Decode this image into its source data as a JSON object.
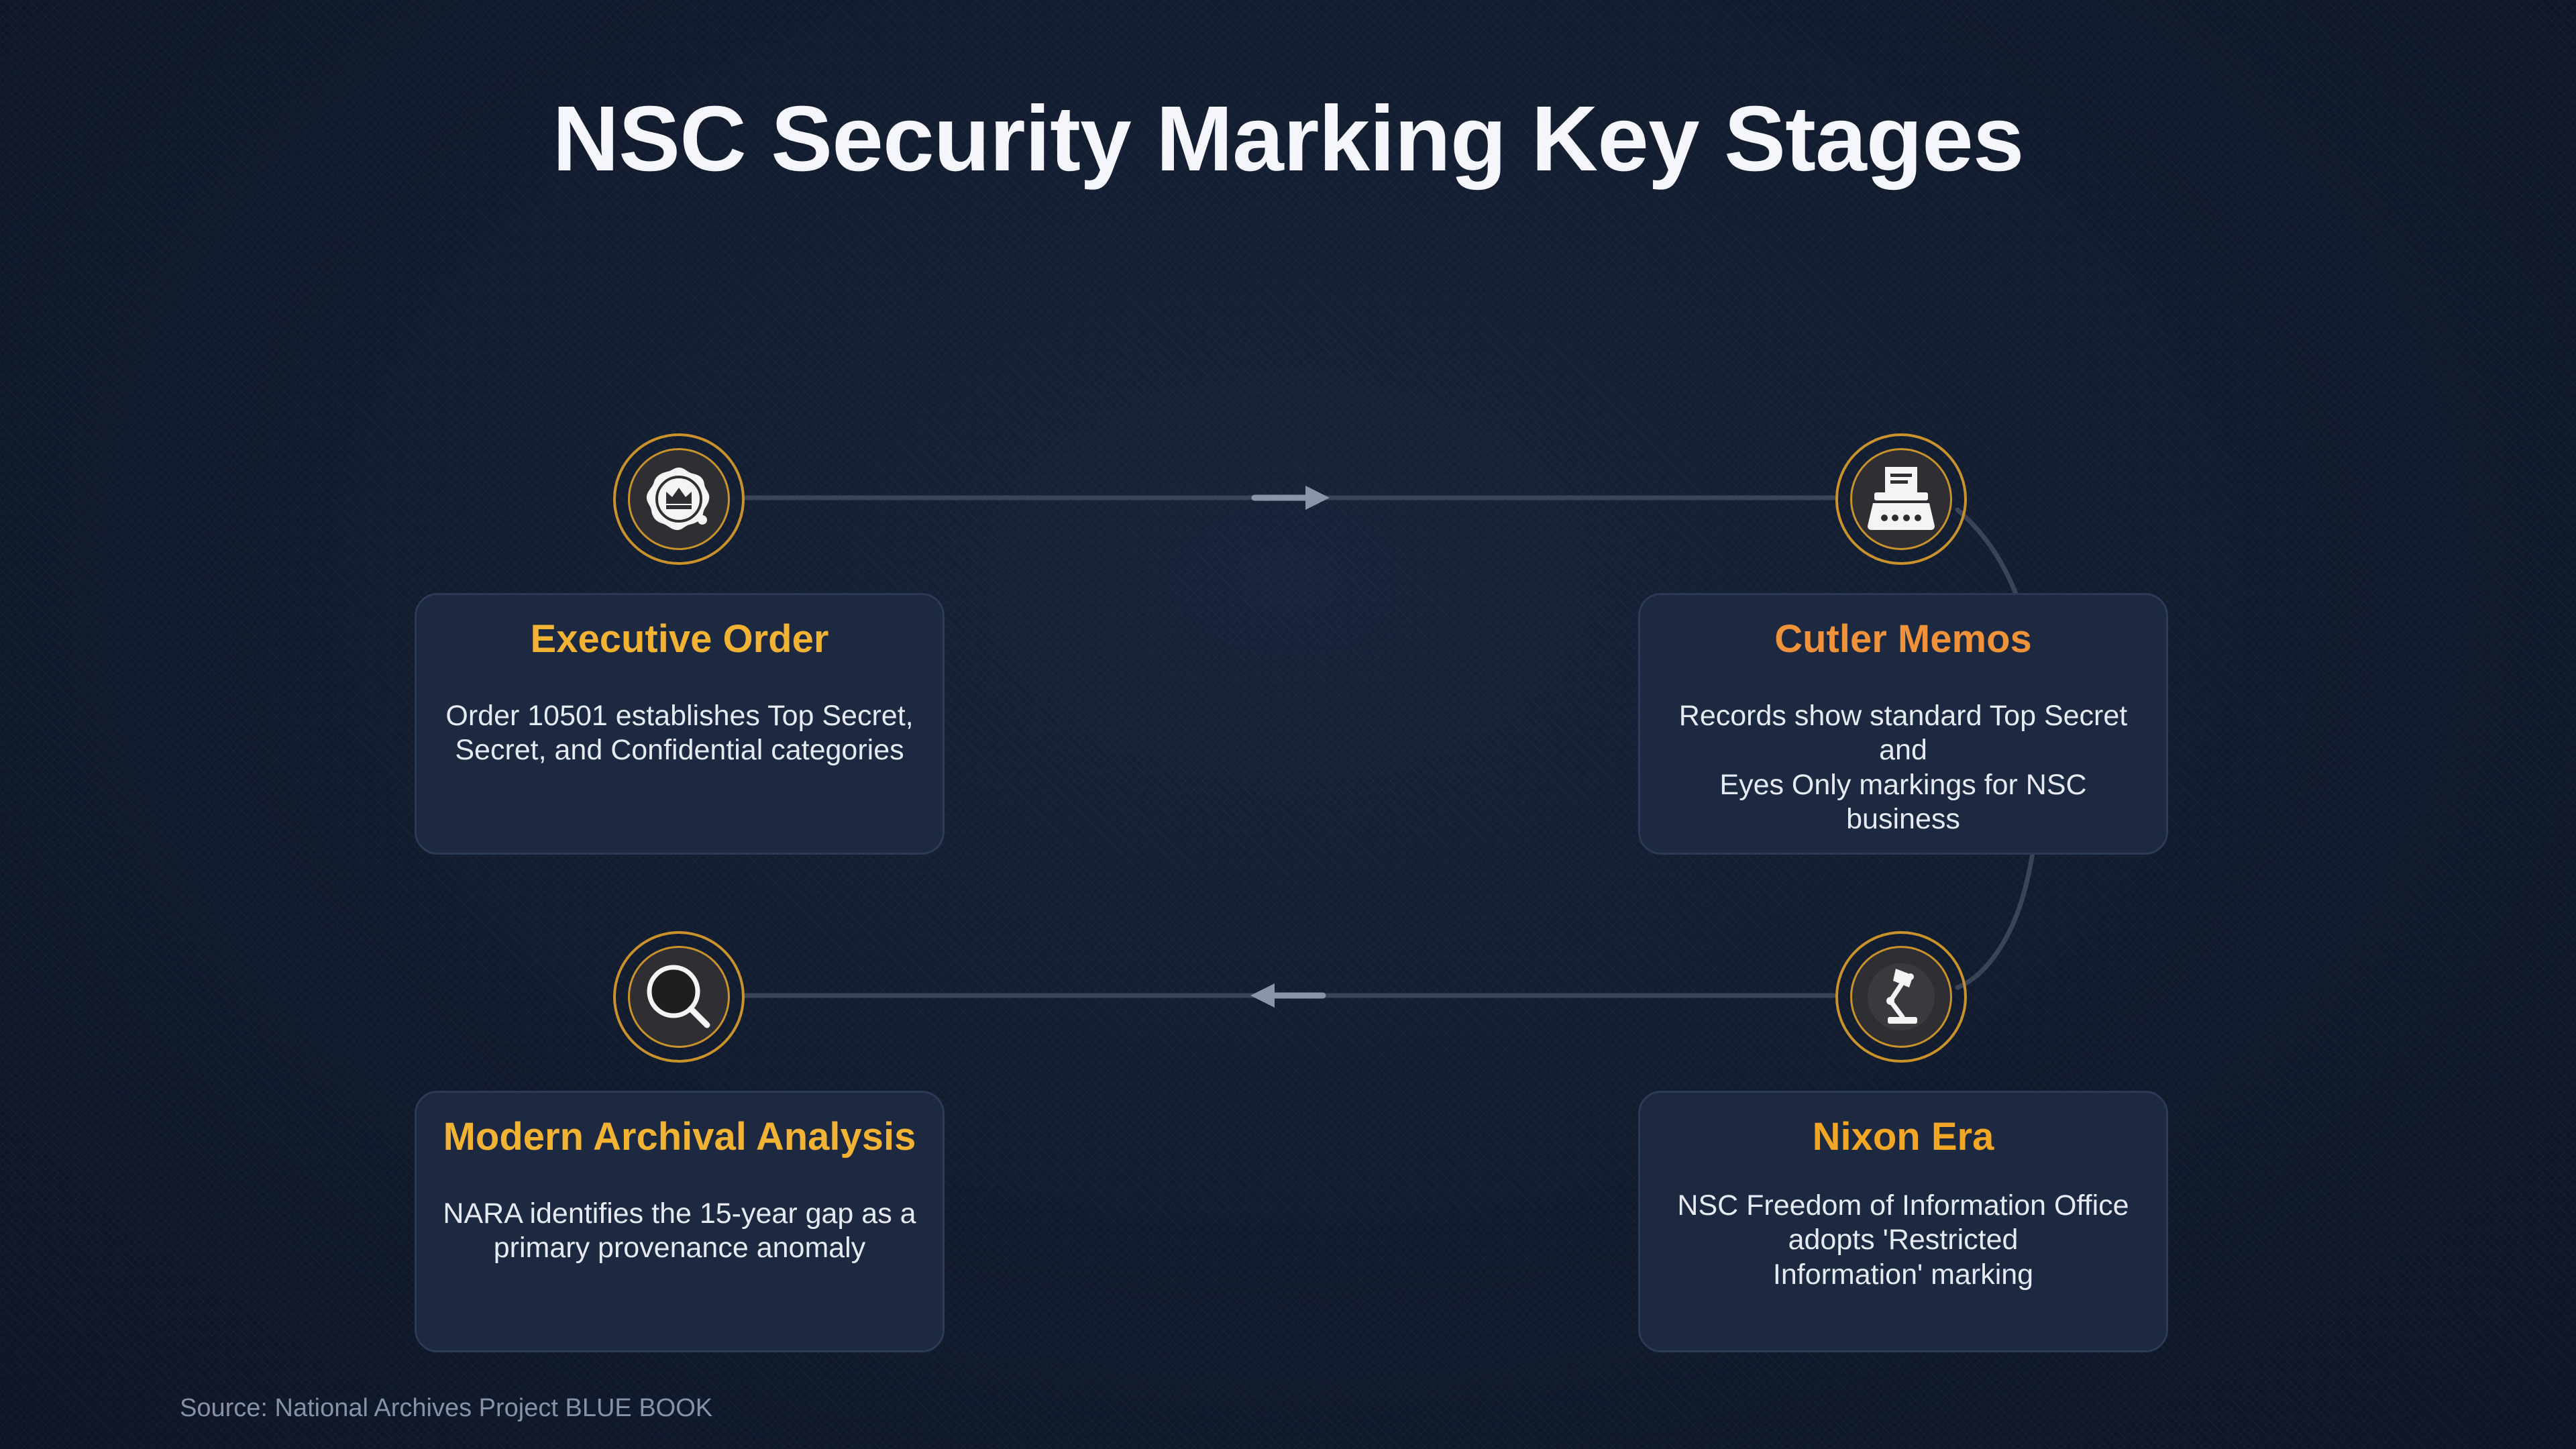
{
  "title": "NSC Security Marking Key Stages",
  "stages": [
    {
      "title": "Executive Order",
      "description": "Order 10501 establishes Top Secret,\nSecret, and Confidential categories",
      "icon": "wax-seal-crown-icon",
      "color": "#f2b233"
    },
    {
      "title": "Cutler Memos",
      "description": "Records show standard Top Secret and\nEyes Only markings for NSC business",
      "icon": "typewriter-icon",
      "color": "#f0923a"
    },
    {
      "title": "Nixon Era",
      "description": "NSC Freedom of Information Office\nadopts 'Restricted\nInformation' marking",
      "icon": "desk-lamp-icon",
      "color": "#f2a626"
    },
    {
      "title": "Modern Archival Analysis",
      "description": "NARA identifies the 15-year gap as a\nprimary provenance anomaly",
      "icon": "magnifying-glass-icon",
      "color": "#f2b233"
    }
  ],
  "source": "Source: National Archives Project BLUE BOOK",
  "colors": {
    "background": "#111b2d",
    "card": "#1c2940",
    "ring": "#c9922b",
    "connector": "#3a4459",
    "arrow": "#8b95a8"
  }
}
